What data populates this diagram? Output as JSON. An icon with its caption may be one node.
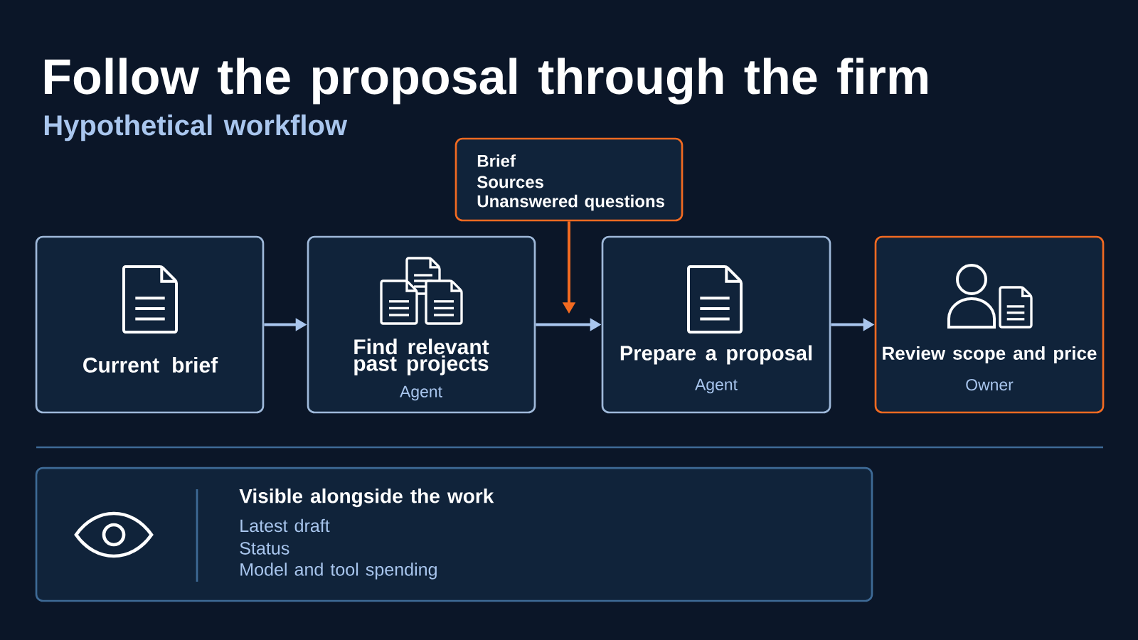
{
  "diagram": {
    "title": "Follow the proposal through the firm",
    "caption": "Hypothetical workflow",
    "nodes": [
      {
        "text": [
          "Brief",
          "Sources",
          "Unanswered questions"
        ]
      },
      {
        "text": [
          "Current brief"
        ]
      },
      {
        "text": [
          "Find relevant past projects",
          "Agent"
        ]
      },
      {
        "text": [
          "Prepare a proposal",
          "Agent"
        ]
      },
      {
        "text": [
          "Review scope and price",
          "Owner"
        ]
      },
      {
        "text": [
          "Visible alongside the work",
          "Latest draft",
          "Status",
          "Model and tool spending"
        ]
      }
    ],
    "edges": [
      {
        "from": 1,
        "to": 2,
        "arrow": "to"
      },
      {
        "from": 2,
        "to": 3,
        "arrow": "to"
      },
      {
        "from": 0,
        "to": null,
        "arrow": "to",
        "color": "#f26a21"
      },
      {
        "from": 3,
        "to": 4,
        "arrow": "to"
      }
    ]
  }
}
